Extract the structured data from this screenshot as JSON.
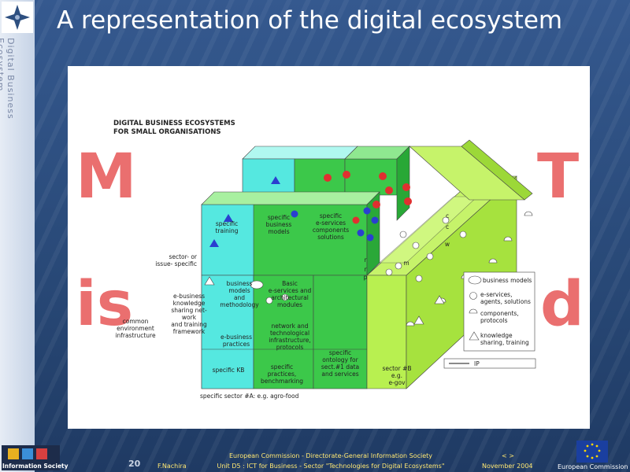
{
  "slide": {
    "title": "A representation of the digital ecosystem",
    "side_text": "Digital Business Ecosystem"
  },
  "diagram": {
    "heading_line1": "DIGITAL BUSINESS ECOSYSTEMS",
    "heading_line2": "FOR SMALL ORGANISATIONS",
    "watermark_letters": [
      "M",
      "T",
      "is",
      "d"
    ],
    "labels": {
      "specific_training": "specific\ntraining",
      "specific_business_models": "specific\nbusiness\nmodels",
      "specific_eservices": "specific\ne-services\ncomponents\nsolutions",
      "sector_or_issue_specific": "sector- or\nissue- specific",
      "ebusiness_knowledge": "e-business\nknowledge\nsharing net-\nwork\nand training\nframework",
      "business_models_methodology": "business\nmodels\nand\nmethodology",
      "basic_eservices": "Basic\ne-services and\narchitectural\nmodules",
      "common_environment": "common\nenvironment\ninfrastructure",
      "ebusiness_practices": "e-business\npractices",
      "network_infrastructure": "network and\ntechnological\ninfrastructure,\nprotocols",
      "specific_kb": "specific KB",
      "specific_practices": "specific\npractices,\nbenchmarking",
      "specific_ontology": "specific\nontology for\nsect.#1 data\nand services",
      "sector_b": "sector #B\ne.g.\ne-gov",
      "specific_sector_a": "specific sector #A: e.g. agro-food",
      "cube_letters": [
        "c",
        "c",
        "r",
        "m",
        "r",
        "p",
        "w"
      ]
    },
    "legend": {
      "business_models": "business models",
      "eservices": "e-services,\nagents, solutions",
      "components": "components,\nprotocols",
      "knowledge": "knowledge\nsharing, training",
      "ip": "IP"
    },
    "colors": {
      "cyan": "#55e8e0",
      "green": "#3cc84a",
      "lime": "#b8f050",
      "red": "#e03030",
      "blue": "#2a3fd0"
    }
  },
  "footer": {
    "page_number": "20",
    "author": "F.Nachira",
    "org_line1": "European Commission - Directorate-General Information Society",
    "org_line2": "Unit D5 : ICT for Business - Sector \"Technologies for Digital Ecosystems\"",
    "nav": "< >",
    "date": "November 2004",
    "left_logo_text": "Information Society",
    "right_logo_text": "European Commission"
  }
}
